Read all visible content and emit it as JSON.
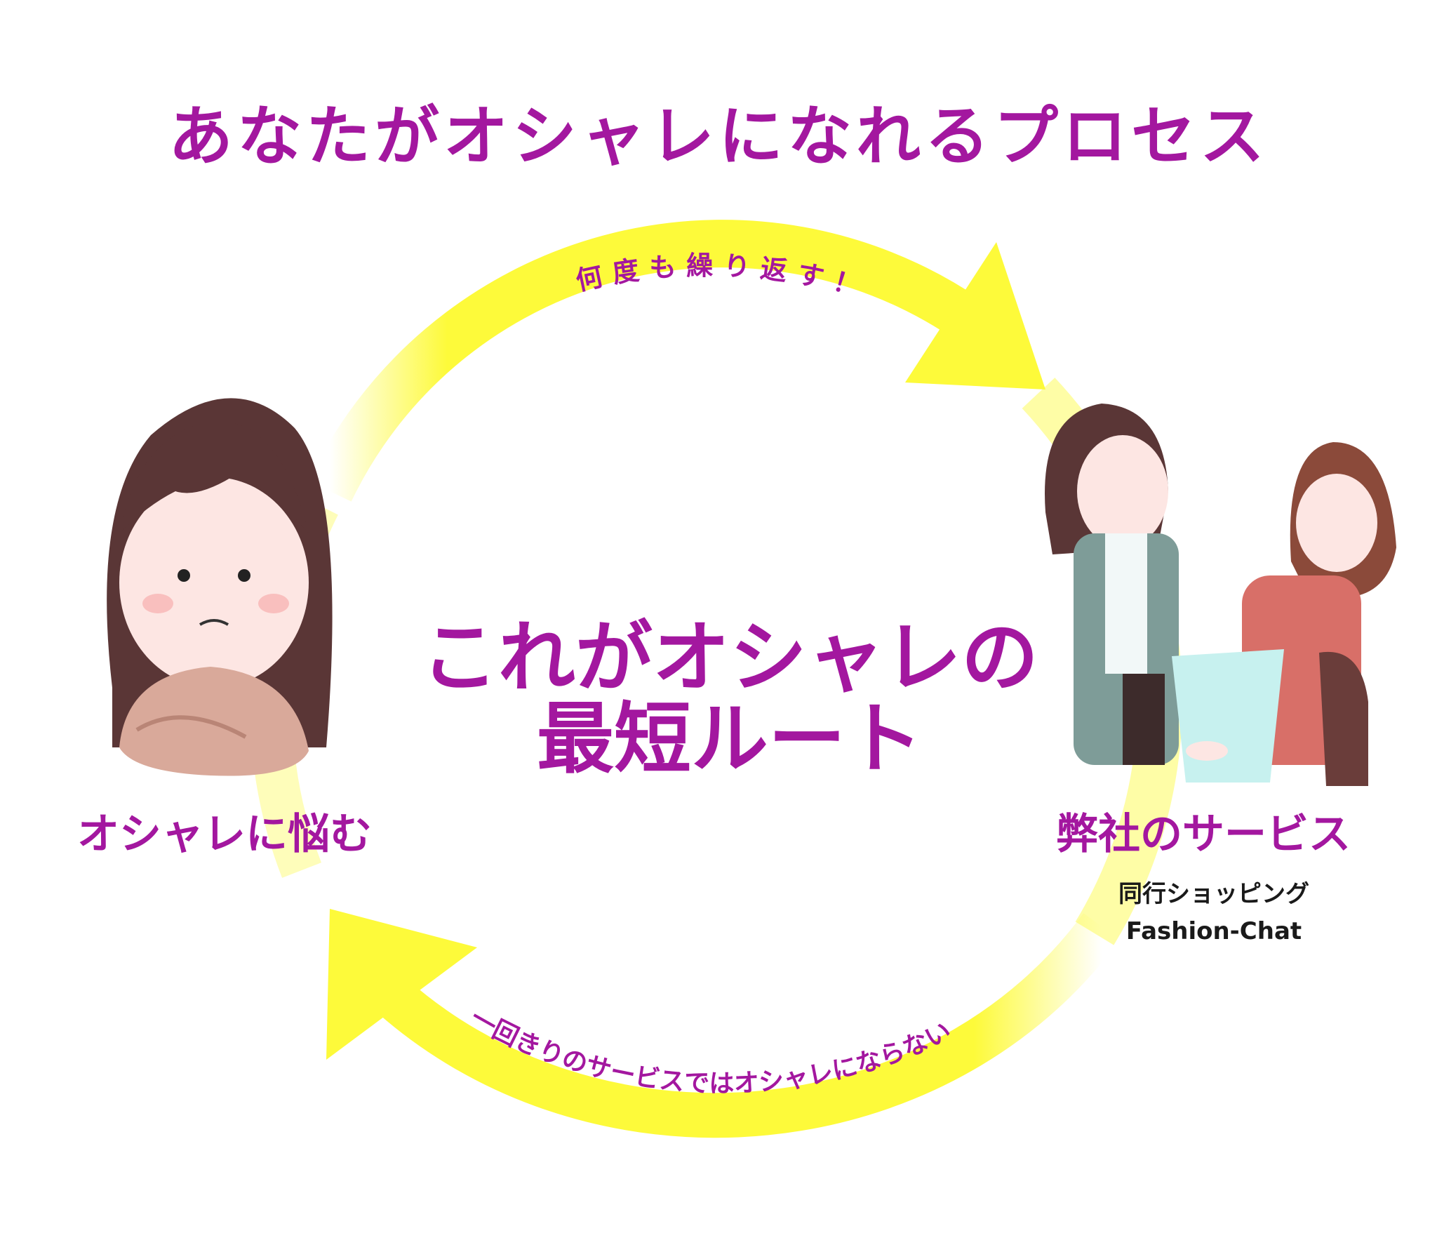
{
  "title": "あなたがオシャレになれるプロセス",
  "center": {
    "line1": "これがオシャレの",
    "line2": "最短ルート"
  },
  "arrow_top_text": "何度も繰り返す！",
  "arrow_bottom_text": "一回きりのサービスではオシャレにならない",
  "left_label": "オシャレに悩む",
  "right_label": "弊社のサービス",
  "right_sub": {
    "line1": "同行ショッピング",
    "line2": "Fashion-Chat"
  },
  "colors": {
    "accent": "#a3179f",
    "arrow": "#fdfa3a"
  }
}
